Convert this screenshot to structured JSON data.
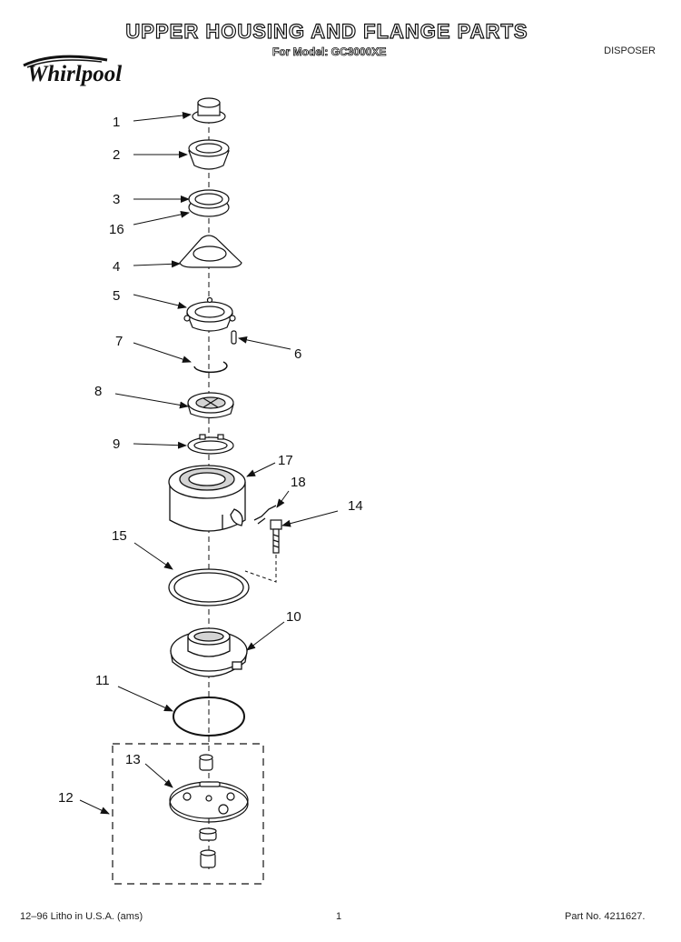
{
  "header": {
    "title": "UPPER HOUSING AND FLANGE PARTS",
    "subtitle": "For Model: GC3000XE",
    "category": "DISPOSER",
    "brand": "Whirlpool"
  },
  "callouts": [
    "1",
    "2",
    "3",
    "16",
    "4",
    "5",
    "6",
    "7",
    "8",
    "9",
    "17",
    "18",
    "14",
    "15",
    "10",
    "11",
    "13",
    "12"
  ],
  "footer": {
    "left": "12–96 Litho in U.S.A. (ams)",
    "center": "1",
    "right": "Part No. 4211627."
  },
  "colors": {
    "line": "#111111",
    "fill": "#ffffff",
    "shade": "#d4d4d4"
  }
}
